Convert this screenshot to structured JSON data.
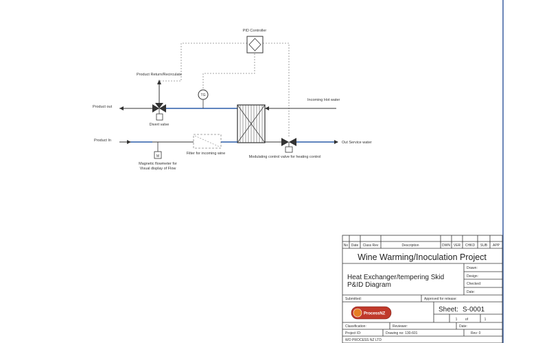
{
  "pid": {
    "pid_controller": "PID Controller",
    "product_return": "Product Return/Recirculate",
    "product_out": "Product out",
    "diverter_valve": "Divert valve",
    "incoming_hot_water": "Incoming Hot water",
    "product_in": "Product In",
    "filter": "Filter for incoming wine",
    "out_service_water": "Out Service water",
    "modulating_valve": "Modulating control valve for heating control",
    "magnetic_flowmeter_line1": "Magnetic flowmeter for",
    "magnetic_flowmeter_line2": "Visual display of Flow",
    "gauge_tag": "TG"
  },
  "title_block": {
    "rev_headers": [
      "No",
      "Date",
      "Class Rev",
      "Description",
      "DWN",
      "VER",
      "CHKD",
      "SUB",
      "APP"
    ],
    "project_title": "Wine Warming/Inoculation Project",
    "drawing_title_line1": "Heat Exchanger/tempering Skid",
    "drawing_title_line2": "P&ID Diagram",
    "drawn_label": "Drawn:",
    "design_label": "Design:",
    "checked_label": "Checked:",
    "date_label": "Date:",
    "submitted_label": "Submitted:",
    "approved_label": "Approved for release:",
    "logo_text": "ProcessNZ",
    "sheet_label": "Sheet:",
    "sheet_value": "S-0001",
    "sheet_count_left": "1",
    "sheet_of": "of",
    "sheet_count_right": "1",
    "classification_label": "Classification:",
    "reviewer_label": "Reviewer:",
    "date2_label": "Date:",
    "project_id_label": "Project ID:",
    "drawing_no_label": "Drawing no: 130-601",
    "rev_label": "Rev: 0",
    "footer_text": "WO PROCESS NZ LTD"
  },
  "colors": {
    "line": "#333333",
    "dashed": "#888888",
    "pipe_blue": "#2a5ba8",
    "border_blue": "#3a5fa0",
    "logo_red": "#c0392b"
  }
}
